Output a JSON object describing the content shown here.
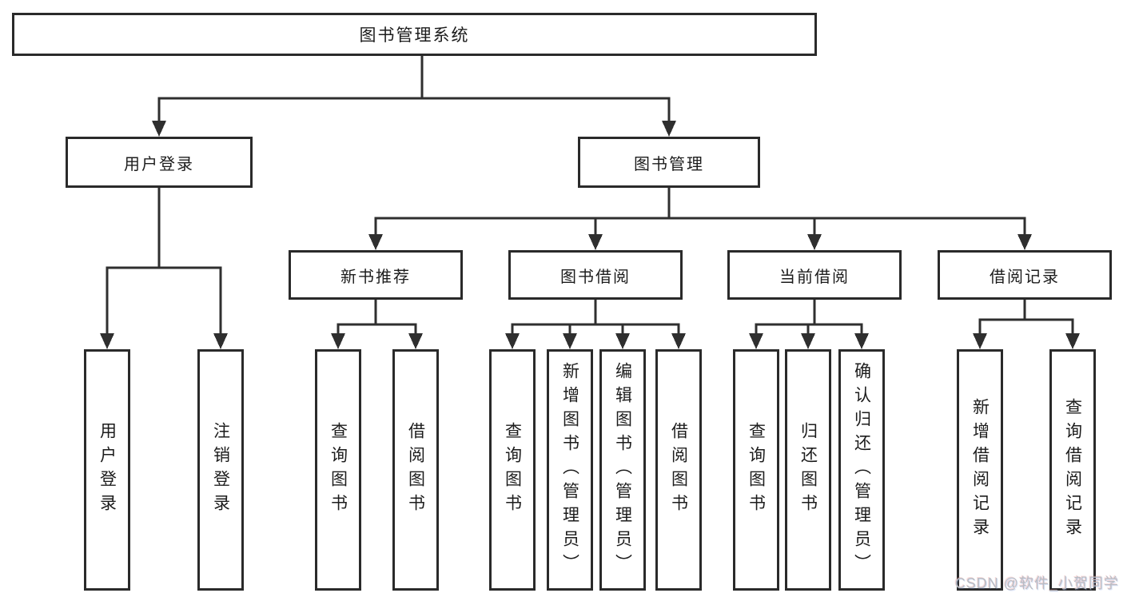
{
  "colors": {
    "background": "#ffffff",
    "line": "#2f2f2f",
    "border": "#2a2a2a",
    "text": "#1c1c1c",
    "watermark": "#b9bdc4"
  },
  "nodes": {
    "root": {
      "label": "图书管理系统"
    },
    "user_login": {
      "label": "用户登录"
    },
    "book_mgmt": {
      "label": "图书管理"
    },
    "new_book_rec": {
      "label": "新书推荐"
    },
    "book_borrow": {
      "label": "图书借阅"
    },
    "current_borrow": {
      "label": "当前借阅"
    },
    "borrow_records": {
      "label": "借阅记录"
    },
    "leaf_user_login": {
      "label": "用户登录"
    },
    "leaf_logout": {
      "label": "注销登录"
    },
    "leaf_rec_query": {
      "label": "查询图书"
    },
    "leaf_rec_borrow": {
      "label": "借阅图书"
    },
    "leaf_bor_query": {
      "label": "查询图书"
    },
    "leaf_bor_add": {
      "label": "新增图书（管理员）"
    },
    "leaf_bor_edit": {
      "label": "编辑图书（管理员）"
    },
    "leaf_bor_borrow": {
      "label": "借阅图书"
    },
    "leaf_cur_query": {
      "label": "查询图书"
    },
    "leaf_cur_return": {
      "label": "归还图书"
    },
    "leaf_cur_confirm": {
      "label": "确认归还（管理员）"
    },
    "leaf_hist_add": {
      "label": "新增借阅记录"
    },
    "leaf_hist_query": {
      "label": "查询借阅记录"
    }
  },
  "watermark": {
    "text": "CSDN @软件_小贺同学"
  }
}
